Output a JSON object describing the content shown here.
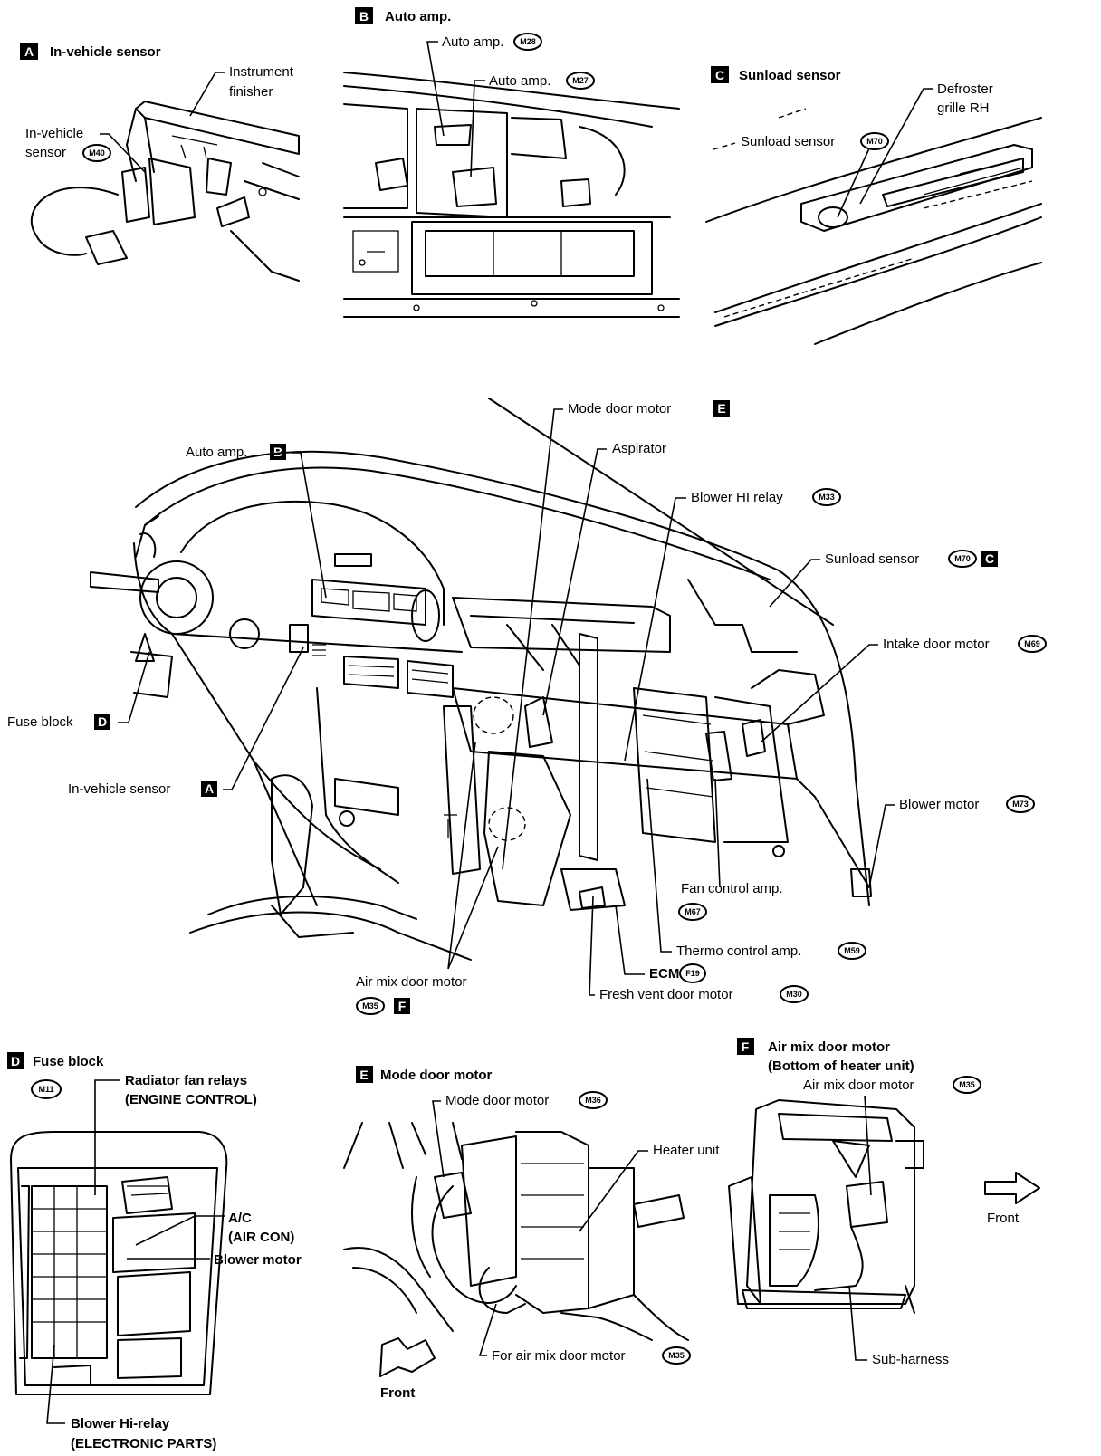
{
  "document": {
    "subject": "Air conditioner component locations"
  },
  "panels": {
    "A": {
      "badge": "A",
      "title": "In-vehicle sensor",
      "labels": {
        "instrument_finisher_1": "Instrument",
        "instrument_finisher_2": "finisher",
        "sensor_1": "In-vehicle",
        "sensor_2": "sensor",
        "sensor_code": "M40"
      }
    },
    "B": {
      "badge": "B",
      "title": "Auto amp.",
      "labels": {
        "amp1": "Auto amp.",
        "amp1_code": "M28",
        "amp2": "Auto amp.",
        "amp2_code": "M27"
      }
    },
    "C": {
      "badge": "C",
      "title": "Sunload sensor",
      "labels": {
        "sensor": "Sunload sensor",
        "sensor_code": "M70",
        "grille_1": "Defroster",
        "grille_2": "grille RH"
      }
    },
    "D": {
      "badge": "D",
      "title": "Fuse block",
      "code": "M11",
      "labels": {
        "radiator_1": "Radiator fan relays",
        "radiator_2": "(ENGINE CONTROL)",
        "ac_1": "A/C",
        "ac_2": "(AIR CON)",
        "blower": "Blower motor",
        "hi_relay_1": "Blower Hi-relay",
        "hi_relay_2": "(ELECTRONIC PARTS)"
      }
    },
    "E": {
      "badge": "E",
      "title": "Mode door motor",
      "labels": {
        "mode": "Mode door motor",
        "mode_code": "M36",
        "heater": "Heater unit",
        "air_mix": "For air mix door motor",
        "air_mix_code": "M35",
        "front": "Front"
      }
    },
    "F": {
      "badge": "F",
      "title_1": "Air mix door motor",
      "title_2": "(Bottom of heater unit)",
      "labels": {
        "motor": "Air mix door motor",
        "motor_code": "M35",
        "sub_harness": "Sub-harness",
        "front": "Front"
      }
    }
  },
  "main": {
    "callouts": [
      {
        "text": "Mode door motor",
        "badge": "E"
      },
      {
        "text": "Aspirator"
      },
      {
        "text": "Auto amp.",
        "badge": "B"
      },
      {
        "text": "Blower HI relay",
        "code": "M33"
      },
      {
        "text": "Sunload sensor",
        "code": "M70",
        "badge": "C"
      },
      {
        "text": "Intake door motor",
        "code": "M69"
      },
      {
        "text": "Fuse block",
        "badge": "D"
      },
      {
        "text": "In-vehicle sensor",
        "badge": "A"
      },
      {
        "text": "Blower motor",
        "code": "M73"
      },
      {
        "text": "Fan control amp.",
        "code": "M67"
      },
      {
        "text": "Thermo control amp.",
        "code": "M59"
      },
      {
        "text": "ECM",
        "code": "F19"
      },
      {
        "text": "Fresh vent door motor",
        "code": "M30"
      },
      {
        "text": "Air mix door motor",
        "code": "M35",
        "badge": "F"
      }
    ]
  }
}
